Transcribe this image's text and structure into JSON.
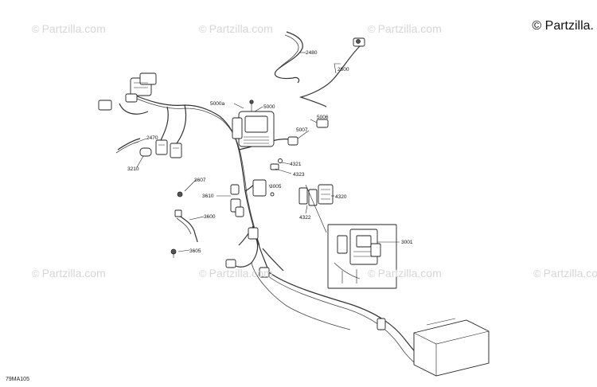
{
  "copyright": "© Partzilla.",
  "watermark": "Partzilla.com",
  "diagram_code": "79MA105",
  "part_labels": [
    "2480",
    "2600",
    "5000a",
    "5000",
    "5006",
    "5007",
    "2470",
    "3210",
    "4321",
    "4323",
    "3005",
    "4320",
    "4322",
    "3607",
    "3610",
    "3600",
    "3605",
    "3001"
  ]
}
